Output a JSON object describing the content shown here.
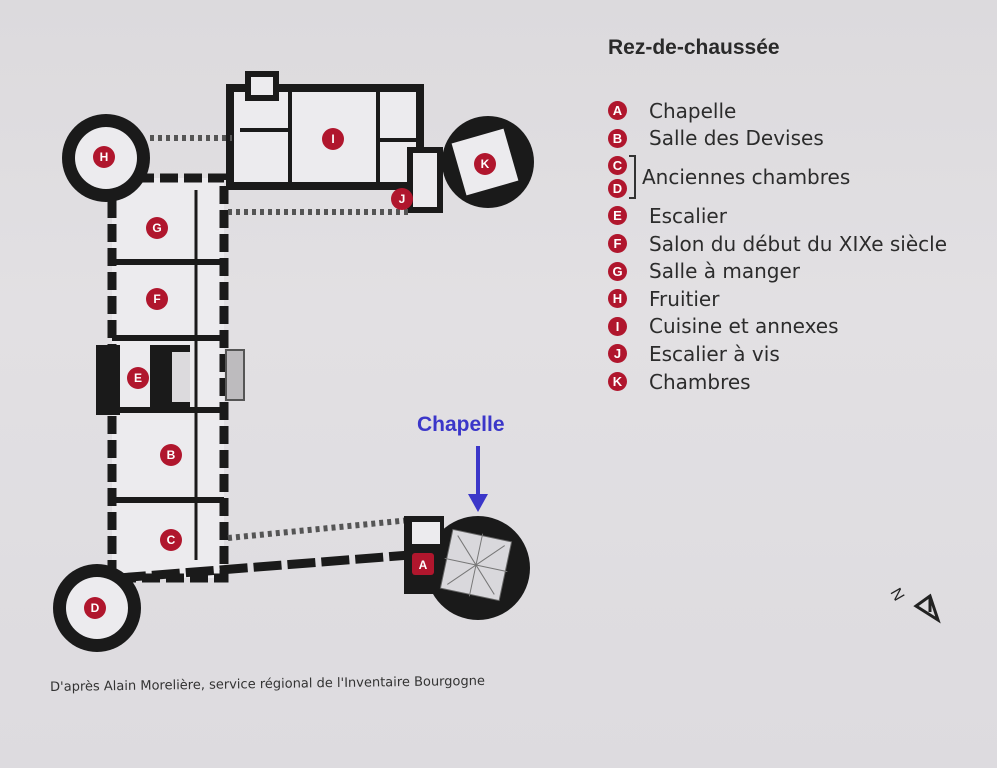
{
  "legend": {
    "title": "Rez-de-chaussée",
    "items": [
      {
        "letter": "A",
        "label": "Chapelle"
      },
      {
        "letter": "B",
        "label": "Salle des Devises"
      },
      {
        "letter": "C",
        "label": ""
      },
      {
        "letter": "D",
        "label": ""
      },
      {
        "letter": "E",
        "label": "Escalier"
      },
      {
        "letter": "F",
        "label": "Salon du début du XIXe siècle"
      },
      {
        "letter": "G",
        "label": "Salle à manger"
      },
      {
        "letter": "H",
        "label": "Fruitier"
      },
      {
        "letter": "I",
        "label": "Cuisine et annexes"
      },
      {
        "letter": "J",
        "label": "Escalier à vis"
      },
      {
        "letter": "K",
        "label": "Chambres"
      }
    ],
    "group_cd_label": "Anciennes chambres"
  },
  "annotation": {
    "label": "Chapelle",
    "color": "#3b36c9"
  },
  "footer": "D'après Alain Morelière, service régional de l'Inventaire Bourgogne",
  "plan_labels": {
    "A": "A",
    "B": "B",
    "C": "C",
    "D": "D",
    "E": "E",
    "F": "F",
    "G": "G",
    "H": "H",
    "I": "I",
    "J": "J",
    "K": "K"
  },
  "compass": {
    "letter": "N"
  },
  "colors": {
    "badge": "#b0162d",
    "walls": "#1a1a1a",
    "annotation": "#3b36c9"
  }
}
